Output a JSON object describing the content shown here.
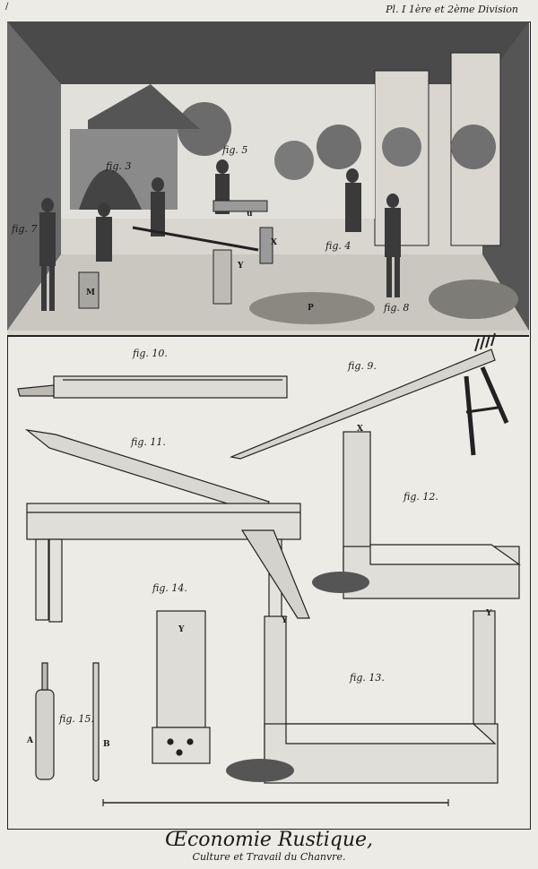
{
  "header": {
    "corner_mark": "/",
    "plate_number": "Pl. I  1ère et 2ème Division"
  },
  "scene": {
    "labels": [
      "fig. 5",
      "fig. 7",
      "fig. 4",
      "fig. 8",
      "fig. 3",
      "u",
      "Y",
      "M",
      "X",
      "P"
    ]
  },
  "figures": {
    "fig10": "fig. 10.",
    "fig9": "fig. 9.",
    "fig11": "fig. 11.",
    "fig12": "fig. 12.",
    "fig13": "fig. 13.",
    "fig14": "fig. 14.",
    "fig15": "fig. 15."
  },
  "letters": {
    "x": "X",
    "y14": "Y",
    "y13a": "Y",
    "y13b": "Y",
    "a": "A",
    "b": "B"
  },
  "footer": {
    "title": "Œconomie Rustique,",
    "subtitle": "Culture et Travail du Chanvre."
  }
}
